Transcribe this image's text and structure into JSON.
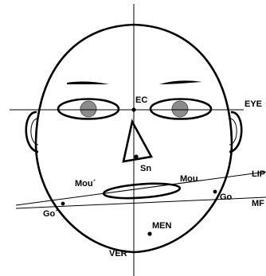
{
  "diagram": {
    "labels": {
      "ec": "EC",
      "eye": "EYE",
      "sn": "Sn",
      "mou_left": "Mou´",
      "mou_right": "Mou",
      "lip": "LIP",
      "go_right": "Go",
      "go_left": "Go´",
      "mf": "MF",
      "men": "MEN",
      "ver": "VER"
    },
    "colors": {
      "ink": "#000000",
      "pupil": "#8c8c8c",
      "background": "#ffffff"
    }
  }
}
